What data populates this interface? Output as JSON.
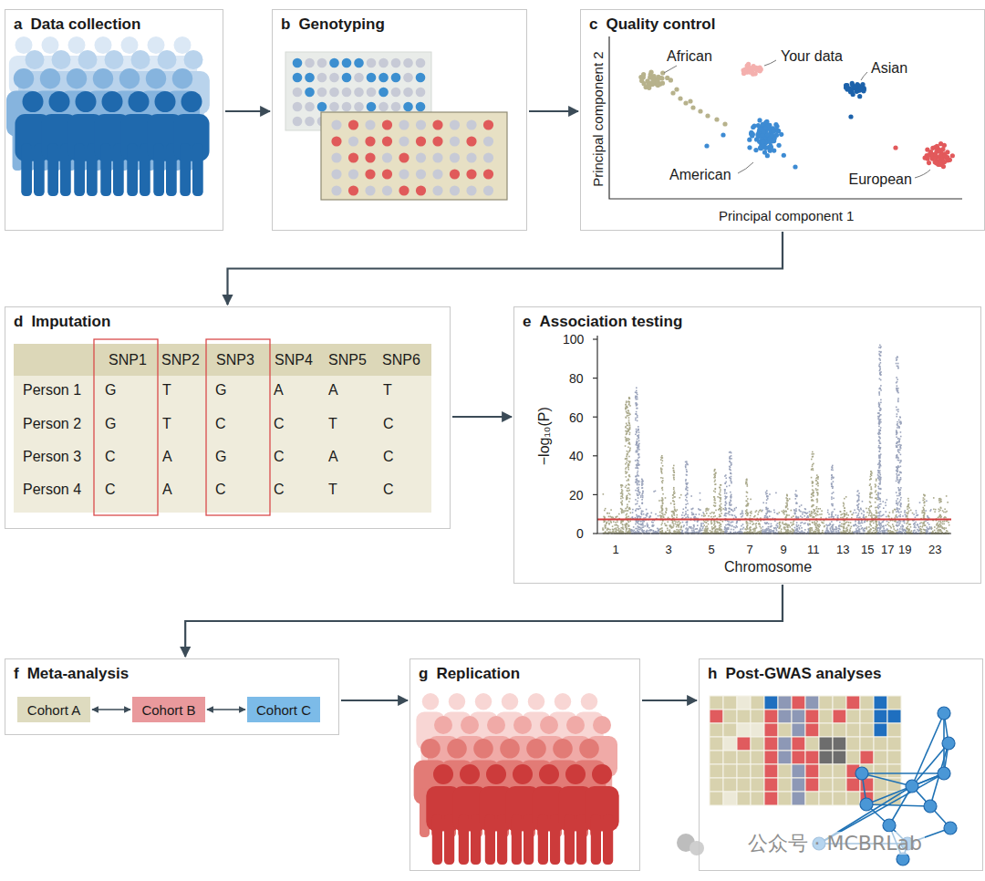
{
  "diagram": {
    "nodes": [
      {
        "text": [
          "a",
          "Data collection"
        ]
      },
      {
        "text": [
          "b",
          "Genotyping"
        ]
      },
      {
        "text": [
          "c",
          "Quality control"
        ]
      },
      {
        "text": [
          "d",
          "Imputation"
        ]
      },
      {
        "text": [
          "e",
          "Association testing"
        ]
      },
      {
        "text": [
          "f",
          "Meta-analysis"
        ]
      },
      {
        "text": [
          "Cohort A"
        ],
        "in": 5
      },
      {
        "text": [
          "Cohort B"
        ],
        "in": 5
      },
      {
        "text": [
          "Cohort C"
        ],
        "in": 5
      },
      {
        "text": [
          "g",
          "Replication"
        ]
      },
      {
        "text": [
          "h",
          "Post-GWAS analyses"
        ]
      }
    ],
    "edges": [
      {
        "from": 0,
        "to": 1,
        "arrow": "to"
      },
      {
        "from": 1,
        "to": 2,
        "arrow": "to"
      },
      {
        "from": 2,
        "to": 3,
        "arrow": "to"
      },
      {
        "from": 3,
        "to": 4,
        "arrow": "to"
      },
      {
        "from": 4,
        "to": 5,
        "arrow": "to"
      },
      {
        "from": 6,
        "to": 7,
        "arrow": "both"
      },
      {
        "from": 7,
        "to": 8,
        "arrow": "both"
      },
      {
        "from": 5,
        "to": 9,
        "arrow": "to"
      },
      {
        "from": 9,
        "to": 10,
        "arrow": "to"
      }
    ],
    "labels": [
      "African",
      "Your data",
      "Asian",
      "American",
      "European",
      "Principal component 2",
      "Principal component 1",
      "SNP1",
      "SNP2",
      "SNP3",
      "SNP4",
      "SNP5",
      "SNP6",
      "Person 1",
      "G",
      "T",
      "G",
      "A",
      "A",
      "T",
      "Person 2",
      "G",
      "T",
      "C",
      "C",
      "T",
      "C",
      "Person 3",
      "C",
      "A",
      "G",
      "C",
      "A",
      "C",
      "Person 4",
      "C",
      "A",
      "C",
      "C",
      "T",
      "C",
      "100",
      "80",
      "60",
      "40",
      "20",
      "0",
      "−log₁₀(P)",
      "1",
      "3",
      "5",
      "7",
      "9",
      "11",
      "13",
      "15",
      "17",
      "19",
      "23",
      "Chromosome",
      "公众号 · MCBRLab"
    ]
  }
}
